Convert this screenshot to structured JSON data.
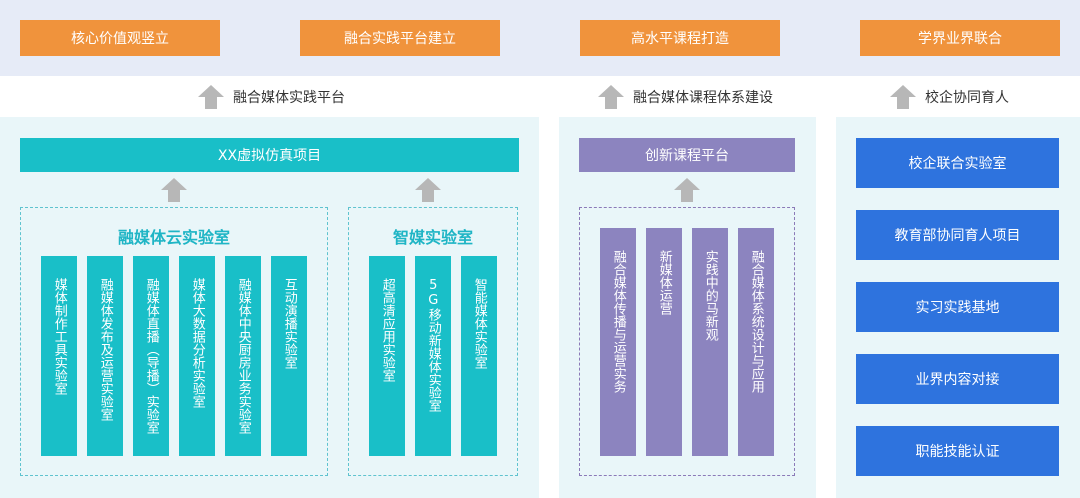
{
  "goals": [
    "核心价值观竖立",
    "融合实践平台建立",
    "高水平课程打造",
    "学界业界联合"
  ],
  "platforms": [
    "融合媒体实践平台",
    "融合媒体课程体系建设",
    "校企协同育人"
  ],
  "left": {
    "xx_project": "XX虚拟仿真项目",
    "cloud_lab": {
      "title": "融媒体云实验室",
      "labs": [
        "媒体制作工具实验室",
        "融媒体发布及运营实验室",
        "融媒体直播（导播）实验室",
        "媒体大数据分析实验室",
        "融媒体中央厨房业务实验室",
        "互动演播实验室"
      ]
    },
    "smart_lab": {
      "title": "智媒实验室",
      "labs": [
        "超高清应用实验室",
        "5G移动新媒体实验室",
        "智能媒体实验室"
      ]
    }
  },
  "middle": {
    "platform": "创新课程平台",
    "courses": [
      "融合媒体传播与运营实务",
      "新媒体运营",
      "实践中的马新观",
      "融合媒体系统设计与应用"
    ]
  },
  "right": {
    "items": [
      "校企联合实验室",
      "教育部协同育人项目",
      "实习实践基地",
      "业界内容对接",
      "职能技能认证"
    ]
  },
  "colors": {
    "goal_orange": "#f0933c",
    "teal": "#19bfc8",
    "purple": "#8c84bf",
    "blue": "#2e73de",
    "panel_bg": "#e9f6f9",
    "top_band": "#e6ebf7",
    "arrow_gray": "#b7b7b7"
  }
}
